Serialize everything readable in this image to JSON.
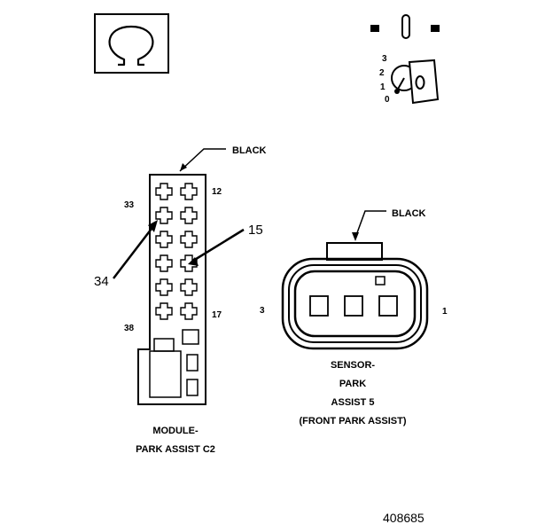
{
  "module_connector": {
    "color_label": "BLACK",
    "pin_labels": {
      "top_left": "33",
      "top_right": "12",
      "bottom_left": "38",
      "bottom_right": "17"
    },
    "callouts": {
      "left": "34",
      "right": "15"
    },
    "caption_line1": "MODULE-",
    "caption_line2": "PARK ASSIST C2"
  },
  "sensor_connector": {
    "color_label": "BLACK",
    "pin_labels": {
      "left": "3",
      "right": "1"
    },
    "caption_line1": "SENSOR-",
    "caption_line2": "PARK",
    "caption_line3": "ASSIST 5",
    "caption_line4": "(FRONT PARK ASSIST)"
  },
  "ignition_key": {
    "positions": [
      "3",
      "2",
      "1",
      "0"
    ]
  },
  "figure_number": "408685",
  "icons": [
    "ground-omega-icon",
    "fuse-icon",
    "ignition-key-icon"
  ]
}
